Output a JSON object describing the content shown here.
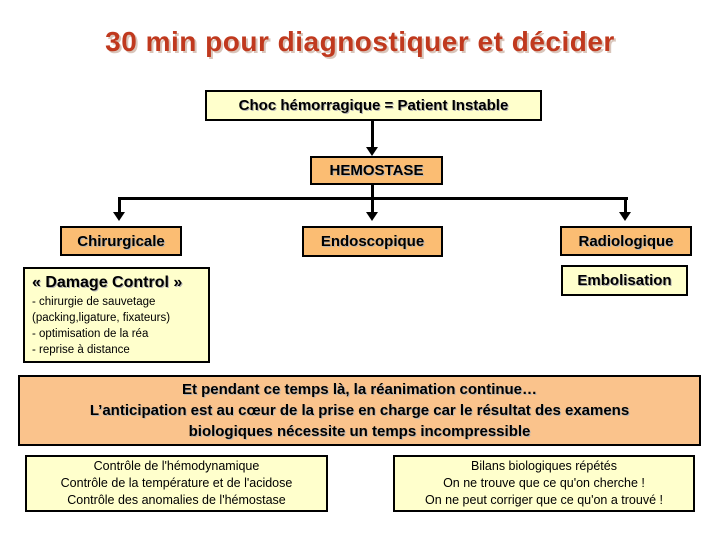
{
  "title": "30 min pour diagnostiquer et décider",
  "colors": {
    "title_red": "#c0391e",
    "box_orange": "#fbbd73",
    "banner_orange": "#fac38c",
    "box_yellow": "#ffffcc",
    "border_black": "#000000"
  },
  "flow": {
    "root": "Choc hémorragique = Patient Instable",
    "hemostase": "HEMOSTASE",
    "branch_left": "Chirurgicale",
    "branch_center": "Endoscopique",
    "branch_right": "Radiologique",
    "damage_control": {
      "title": "« Damage Control »",
      "lines": [
        "- chirurgie de sauvetage",
        "(packing,ligature, fixateurs)",
        "- optimisation de la réa",
        "- reprise à distance"
      ]
    },
    "embolisation": "Embolisation"
  },
  "banner": {
    "lines": [
      "Et pendant ce temps là, la réanimation continue…",
      "L’anticipation est au cœur de la prise en charge car le résultat des examens",
      "biologiques nécessite un temps incompressible"
    ]
  },
  "bottom_left": {
    "lines": [
      "Contrôle de l'hémodynamique",
      "Contrôle de la température et de l'acidose",
      "Contrôle des anomalies de l'hémostase"
    ]
  },
  "bottom_right": {
    "lines": [
      "Bilans biologiques répétés",
      "On ne trouve que ce qu'on cherche !",
      "On ne peut corriger que ce qu'on a trouvé !"
    ]
  }
}
